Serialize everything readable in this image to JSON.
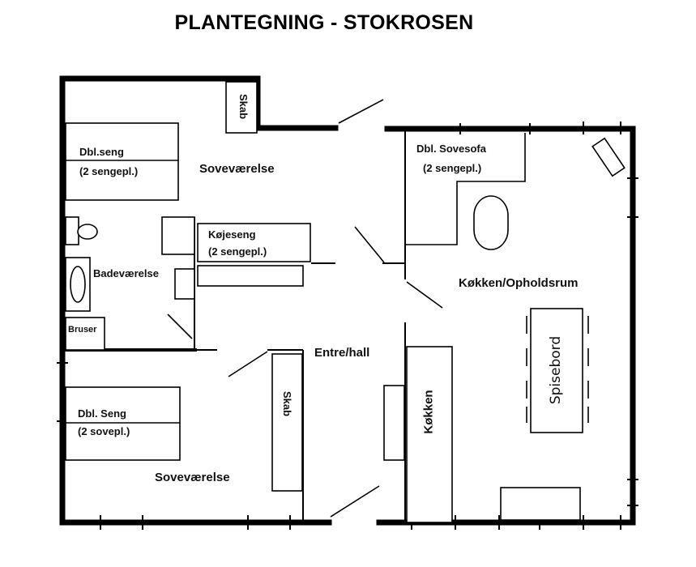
{
  "title": "PLANTEGNING - STOKROSEN",
  "rooms": {
    "bedroom_top": "Soveværelse",
    "bedroom_bottom": "Soveværelse",
    "bathroom": "Badeværelse",
    "entry": "Entre/hall",
    "kitchen_living": "Køkken/Opholdsrum"
  },
  "furniture": {
    "double_bed_top": {
      "name": "Dbl.seng",
      "capacity": "(2 sengepl.)"
    },
    "bunk_bed": {
      "name": "Køjeseng",
      "capacity": "(2 sengepl.)"
    },
    "double_bed_bottom": {
      "name": "Dbl. Seng",
      "capacity": "(2 sovepl.)"
    },
    "sofa_bed": {
      "name": "Dbl. Sovesofa",
      "capacity": "(2 sengepl.)"
    },
    "closet_top": "Skab",
    "closet_hall": "Skab",
    "shower": "Bruser",
    "kitchen_counter": "Køkken",
    "dining_table": "Spisebord"
  }
}
